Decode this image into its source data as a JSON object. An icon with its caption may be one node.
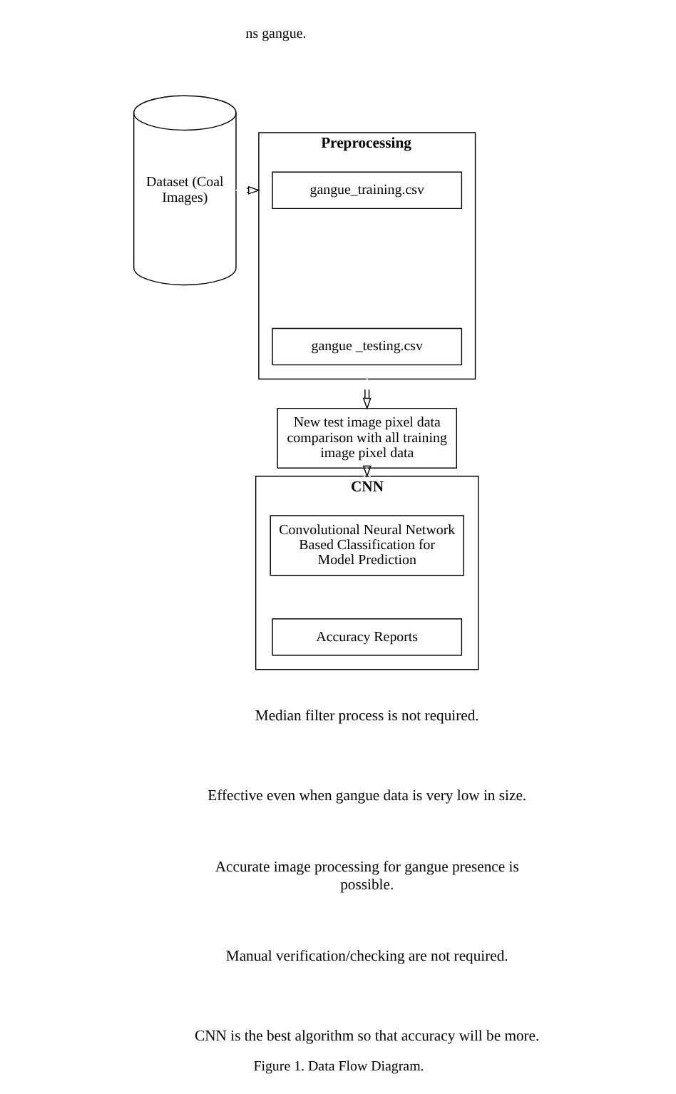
{
  "diagram": {
    "caption": "Figure 1. Data Flow Diagram.",
    "nodes": [
      {
        "text": [
          "Dataset (Coal Images)"
        ]
      },
      {
        "text": [
          "Preprocessing"
        ]
      },
      {
        "text": [
          "gangue_training.csv"
        ],
        "in": 1
      },
      {
        "text": [
          "gangue _testing.csv"
        ],
        "in": 1
      },
      {
        "text": [
          "New test image pixel data comparison with all training image pixel data"
        ]
      },
      {
        "text": [
          "CNN"
        ]
      },
      {
        "text": [
          "Convolutional Neural Network Based Classification for Model Prediction"
        ],
        "in": 5
      },
      {
        "text": [
          "Accuracy Reports"
        ],
        "in": 5
      }
    ],
    "edges": [
      {
        "from": 0,
        "to": 1,
        "arrow": "both"
      },
      {
        "from": 1,
        "to": 4,
        "arrow": "both"
      },
      {
        "from": 4,
        "to": 5,
        "arrow": "both"
      }
    ],
    "labels": [
      "ns gangue.",
      "Median filter process is not required.",
      "Effective even when gangue data is very low in size.",
      "Accurate image processing for gangue presence is possible.",
      "Manual verification/checking are not required.",
      "CNN is the best algorithm so that accuracy will be more."
    ]
  }
}
